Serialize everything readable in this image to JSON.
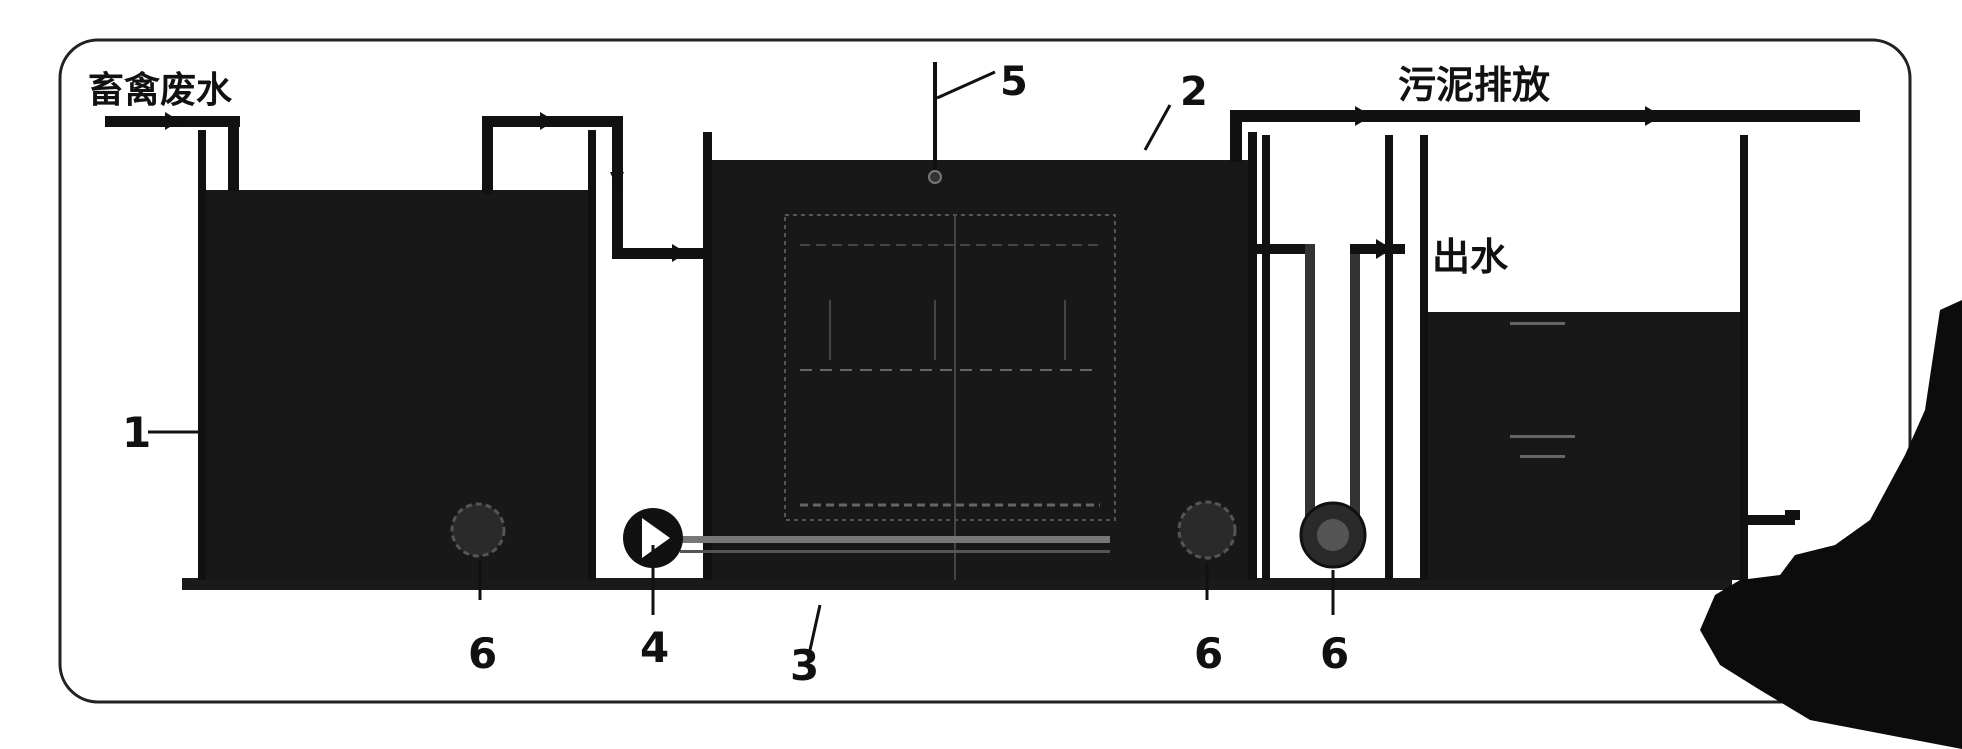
{
  "inlet_label": "畜禽废水",
  "sludge_label": "污泥排放",
  "outlet_label": "出水",
  "callouts": {
    "tank_1": "1",
    "tank_2": "2",
    "membrane_3": "3",
    "pump_4": "4",
    "sensor_5": "5",
    "aerator_6_left": "6",
    "aerator_6_mid": "6",
    "pump_6_right": "6"
  }
}
